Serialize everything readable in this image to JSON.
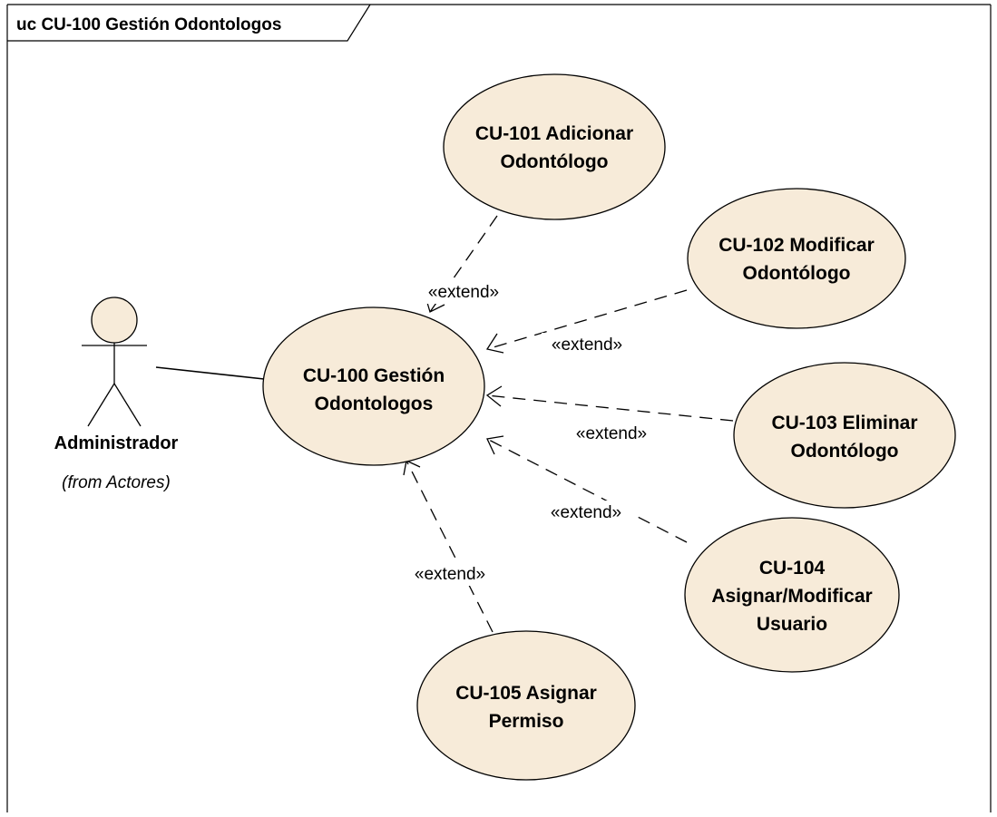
{
  "diagram": {
    "title": "uc CU-100 Gestión Odontologos",
    "actor": {
      "name": "Administrador",
      "from": "(from Actores)"
    },
    "use_cases": {
      "cu100": {
        "line1": "CU-100 Gestión",
        "line2": "Odontologos"
      },
      "cu101": {
        "line1": "CU-101 Adicionar",
        "line2": "Odontólogo"
      },
      "cu102": {
        "line1": "CU-102 Modificar",
        "line2": "Odontólogo"
      },
      "cu103": {
        "line1": "CU-103 Eliminar",
        "line2": "Odontólogo"
      },
      "cu104": {
        "line1": "CU-104",
        "line2": "Asignar/Modificar",
        "line3": "Usuario"
      },
      "cu105": {
        "line1": "CU-105 Asignar",
        "line2": "Permiso"
      }
    },
    "relations": {
      "extend_101": "«extend»",
      "extend_102": "«extend»",
      "extend_103": "«extend»",
      "extend_104": "«extend»",
      "extend_105": "«extend»"
    },
    "colors": {
      "usecase_fill": "#F7EBD9",
      "line": "#000000",
      "background": "#FFFFFF"
    }
  }
}
